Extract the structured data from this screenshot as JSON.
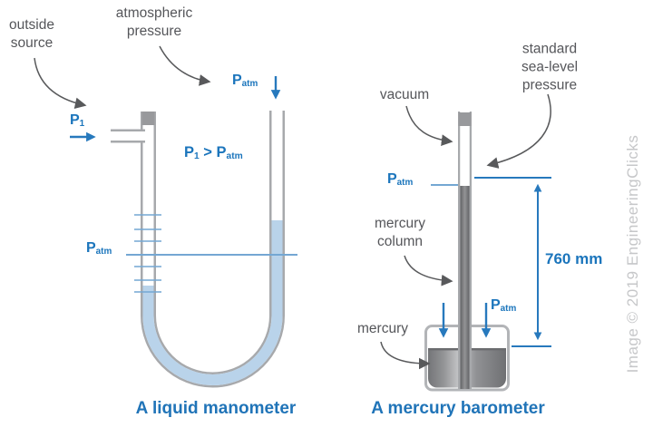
{
  "colors": {
    "blue_text": "#1b75bc",
    "blue_accent": "#2779bd",
    "blue_line": "#74a7d3",
    "dark_text": "#55565a",
    "liquid": "#b9d3ea",
    "wall": "#a7a9ac",
    "cap": "#98999c",
    "caption": "#2074b8",
    "watermark": "#c6c7c9",
    "arrow_dark": "#58595b"
  },
  "watermark": "Image © 2019 EngineeringClicks",
  "manometer": {
    "caption": "A liquid manometer",
    "outside_source_label": "outside\nsource",
    "atmospheric_pressure_label": "atmospheric\npressure",
    "p1": {
      "base": "P",
      "sub": "1"
    },
    "patm_top": {
      "base": "P",
      "sub": "atm"
    },
    "patm_level": {
      "base": "P",
      "sub": "atm"
    },
    "inequality": {
      "lhs_base": "P",
      "lhs_sub": "1",
      "op": " > ",
      "rhs_base": "P",
      "rhs_sub": "atm"
    }
  },
  "barometer": {
    "caption": "A mercury barometer",
    "vacuum_label": "vacuum",
    "sea_level_label": "standard\nsea-level pressure",
    "mercury_column_label": "mercury\ncolumn",
    "mercury_label": "mercury",
    "patm_level": {
      "base": "P",
      "sub": "atm"
    },
    "patm_down": {
      "base": "P",
      "sub": "atm"
    },
    "height_label": "760 mm"
  }
}
